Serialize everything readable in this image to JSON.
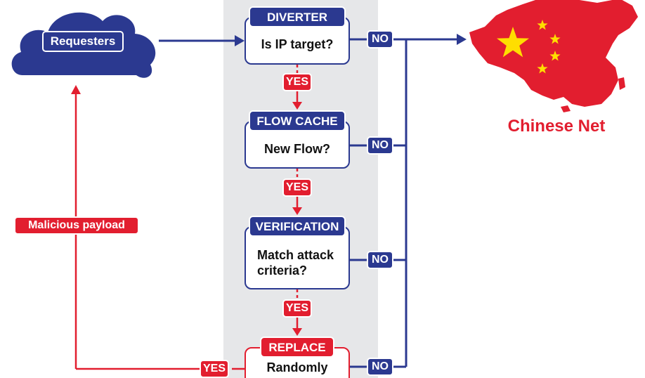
{
  "requesters": {
    "label": "Requesters"
  },
  "destination": {
    "label": "Chinese Net"
  },
  "return_path": {
    "label": "Malicious payload"
  },
  "steps": [
    {
      "header": "DIVERTER",
      "question": "Is IP target?",
      "no_label": "NO",
      "yes_label": "YES"
    },
    {
      "header": "FLOW CACHE",
      "question": "New Flow?",
      "no_label": "NO",
      "yes_label": "YES"
    },
    {
      "header": "VERIFICATION",
      "question": "Match attack criteria?",
      "no_label": "NO",
      "yes_label": "YES"
    },
    {
      "header": "REPLACE",
      "question": "Randomly",
      "no_label": "NO",
      "yes_label": "YES"
    }
  ],
  "colors": {
    "blue": "#2b3990",
    "red": "#e21e2f",
    "column": "#e6e7e9",
    "star": "#ffde00"
  }
}
